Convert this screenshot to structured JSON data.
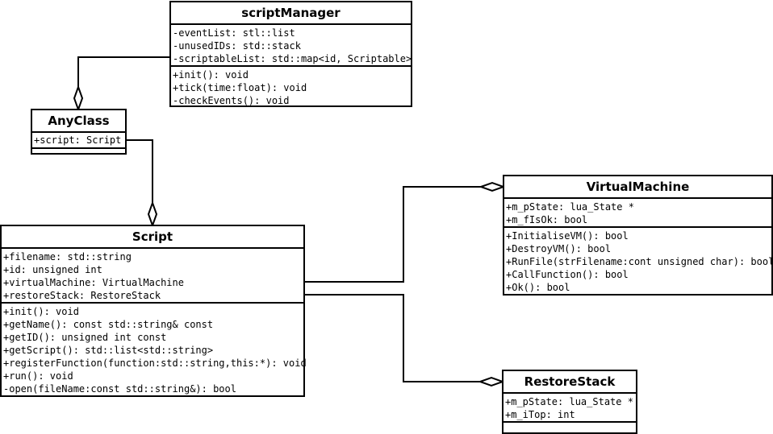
{
  "classes": {
    "scriptManager": {
      "name": "scriptManager",
      "attributes": [
        "-eventList: stl::list",
        "-unusedIDs: std::stack",
        "-scriptableList: std::map<id, Scriptable>"
      ],
      "operations": [
        "+init(): void",
        "+tick(time:float): void",
        "-checkEvents(): void"
      ]
    },
    "anyClass": {
      "name": "AnyClass",
      "attributes": [
        "+script: Script"
      ],
      "operations": []
    },
    "script": {
      "name": "Script",
      "attributes": [
        "+filename: std::string",
        "+id: unsigned int",
        "+virtualMachine: VirtualMachine",
        "+restoreStack: RestoreStack"
      ],
      "operations": [
        "+init(): void",
        "+getName(): const std::string& const",
        "+getID(): unsigned int const",
        "+getScript(): std::list<std::string>",
        "+registerFunction(function:std::string,this:*): void",
        "+run(): void",
        "-open(fileName:const std::string&): bool"
      ]
    },
    "virtualMachine": {
      "name": "VirtualMachine",
      "attributes": [
        "+m_pState: lua_State *",
        "+m_fIsOk: bool"
      ],
      "operations": [
        "+InitialiseVM(): bool",
        "+DestroyVM(): bool",
        "+RunFile(strFilename:cont unsigned char): bool",
        "+CallFunction(): bool",
        "+Ok(): bool"
      ]
    },
    "restoreStack": {
      "name": "RestoreStack",
      "attributes": [
        "+m_pState: lua_State *",
        "+m_iTop: int"
      ],
      "operations": []
    }
  },
  "relations": [
    {
      "from": "scriptManager",
      "to": "AnyClass",
      "kind": "aggregation"
    },
    {
      "from": "AnyClass",
      "to": "Script",
      "kind": "aggregation"
    },
    {
      "from": "Script",
      "to": "VirtualMachine",
      "kind": "aggregation"
    },
    {
      "from": "Script",
      "to": "RestoreStack",
      "kind": "aggregation"
    }
  ],
  "colors": {
    "line": "#000000",
    "background": "#ffffff"
  }
}
